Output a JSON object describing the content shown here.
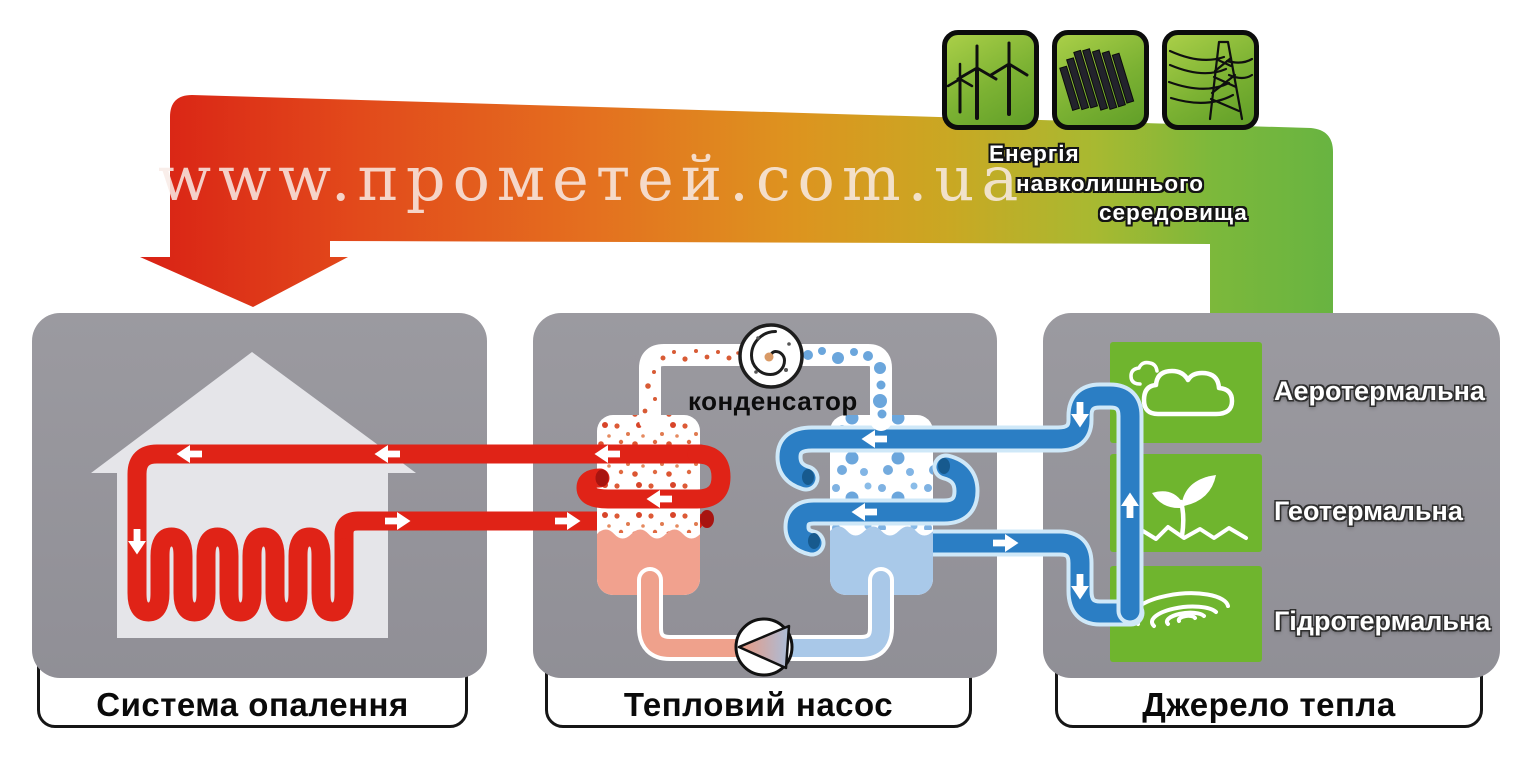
{
  "watermark": "www.прометей.com.ua",
  "energy_caption": {
    "lines": [
      "Енергія",
      "навколишнього",
      "середовища"
    ]
  },
  "energy_icons": [
    {
      "name": "wind-turbines"
    },
    {
      "name": "solar-panels"
    },
    {
      "name": "power-lines"
    }
  ],
  "labels": {
    "condenser": "конденсатор"
  },
  "panels": {
    "heating_system": {
      "title": "Система опалення"
    },
    "heat_pump": {
      "title": "Тепловий насос"
    },
    "heat_source": {
      "title": "Джерело тепла"
    }
  },
  "heat_sources": [
    {
      "label": "Аеротермальна",
      "icon": "cloud-icon"
    },
    {
      "label": "Геотермальна",
      "icon": "sprout-icon"
    },
    {
      "label": "Гідротермальна",
      "icon": "water-ripples-icon"
    }
  ],
  "colors": {
    "arrow_red": "#d92315",
    "arrow_orange": "#e4701f",
    "arrow_green": "#68b441",
    "pipe_red": "#e02317",
    "pipe_blue": "#2b7ec4",
    "panel_gray": "#96959b",
    "green_tile": "#6fb52e",
    "condensed_liquid": "#f1a18e",
    "evaporator_liquid": "#a9c9e9"
  }
}
